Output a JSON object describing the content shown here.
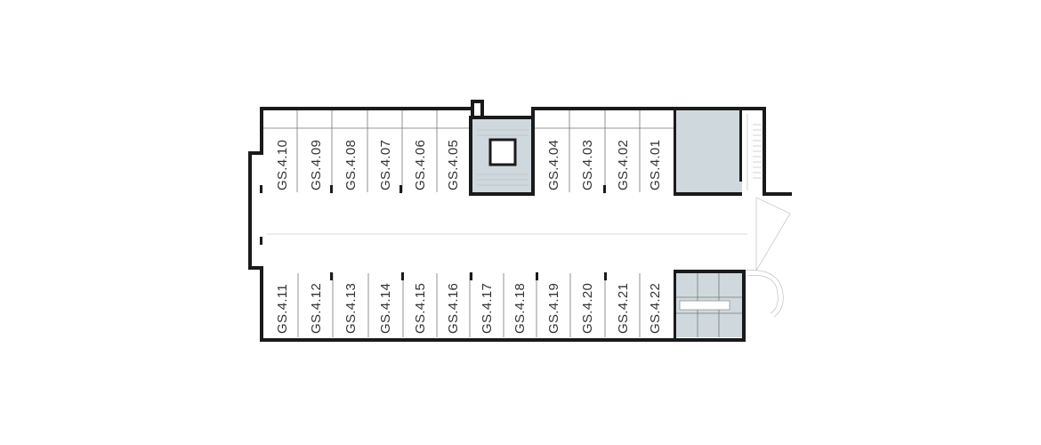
{
  "floor_plan": {
    "units_top": [
      "GS.4.10",
      "GS.4.09",
      "GS.4.08",
      "GS.4.07",
      "GS.4.06",
      "GS.4.05",
      "GS.4.04",
      "GS.4.03",
      "GS.4.02",
      "GS.4.01"
    ],
    "units_bottom": [
      "GS.4.11",
      "GS.4.12",
      "GS.4.13",
      "GS.4.14",
      "GS.4.15",
      "GS.4.16",
      "GS.4.17",
      "GS.4.18",
      "GS.4.19",
      "GS.4.20",
      "GS.4.21",
      "GS.4.22"
    ],
    "colors": {
      "wall": "#1a1a1a",
      "core_fill": "#cfd9dd",
      "line": "#777777",
      "label": "#333333"
    }
  }
}
